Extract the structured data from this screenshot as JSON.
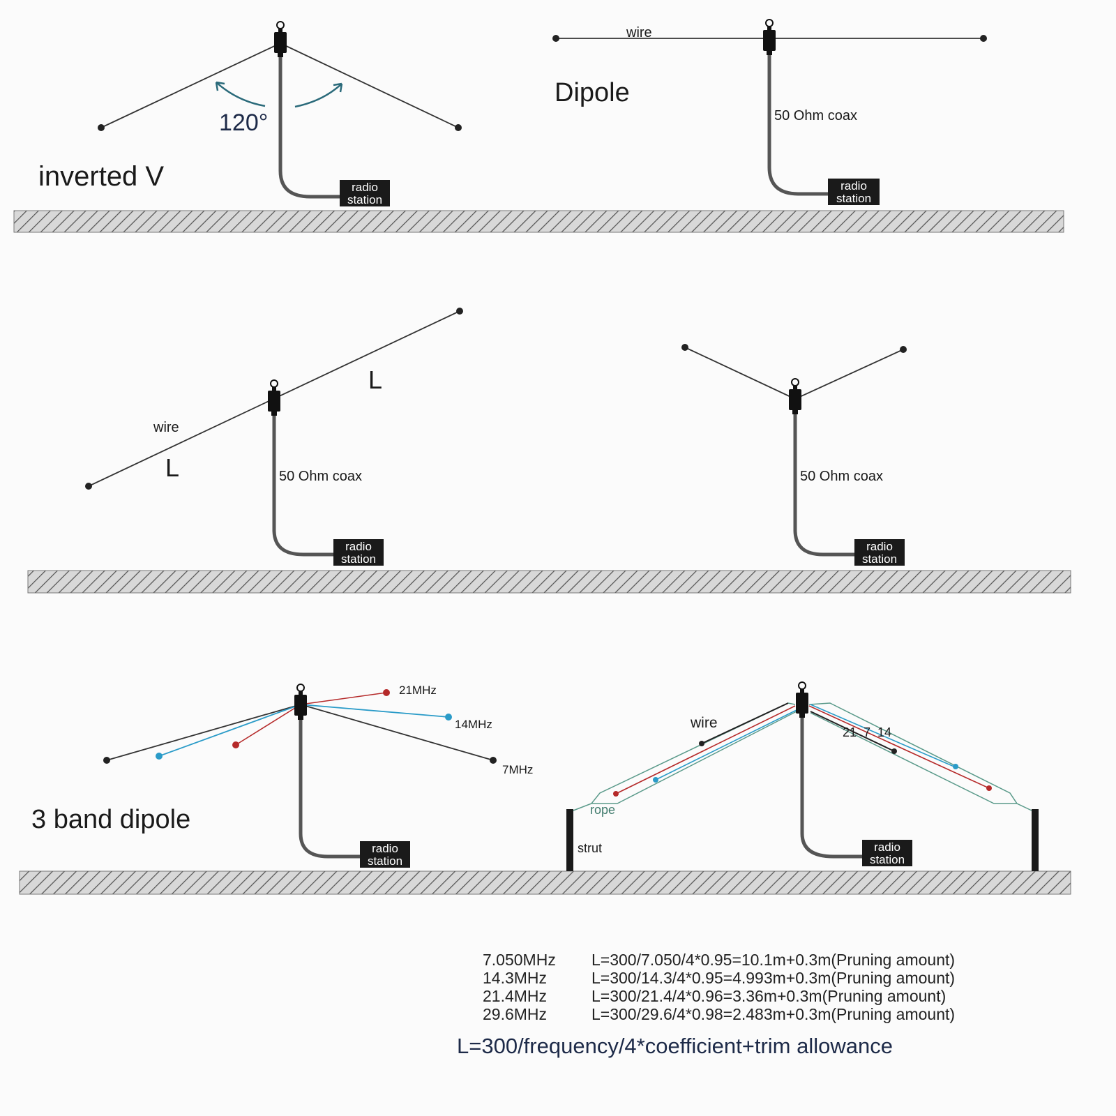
{
  "panels": {
    "inverted_v": {
      "title": "inverted V",
      "angle": "120°",
      "radio": [
        "radio",
        "station"
      ]
    },
    "dipole": {
      "title": "Dipole",
      "wire": "wire",
      "coax": "50 Ohm coax",
      "radio": [
        "radio",
        "station"
      ]
    },
    "sloper": {
      "wire": "wire",
      "length_a": "L",
      "length_b": "L",
      "coax": "50 Ohm coax",
      "radio": [
        "radio",
        "station"
      ]
    },
    "v_dipole": {
      "coax": "50 Ohm coax",
      "radio": [
        "radio",
        "station"
      ]
    },
    "three_band": {
      "title": "3 band dipole",
      "bands": [
        "21MHz",
        "14MHz",
        "7MHz"
      ],
      "radio": [
        "radio",
        "station"
      ]
    },
    "three_band_struts": {
      "wire": "wire",
      "band_labels": "21  7  14",
      "rope": "rope",
      "strut": "strut",
      "radio": [
        "radio",
        "station"
      ]
    }
  },
  "calculations": [
    {
      "freq": "7.050MHz",
      "formula": "L=300/7.050/4*0.95=10.1m+0.3m(Pruning amount)"
    },
    {
      "freq": "14.3MHz",
      "formula": "L=300/14.3/4*0.95=4.993m+0.3m(Pruning amount)"
    },
    {
      "freq": "21.4MHz",
      "formula": "L=300/21.4/4*0.96=3.36m+0.3m(Pruning amount)"
    },
    {
      "freq": "29.6MHz",
      "formula": "L=300/29.6/4*0.98=2.483m+0.3m(Pruning amount)"
    }
  ],
  "general_formula": "L=300/frequency/4*coefficient+trim allowance",
  "colors": {
    "wire": "#333333",
    "red_band": "#b52a2a",
    "cyan_band": "#2a9bc8",
    "rope": "#5a9a8a",
    "navy": "#1d2a48"
  }
}
